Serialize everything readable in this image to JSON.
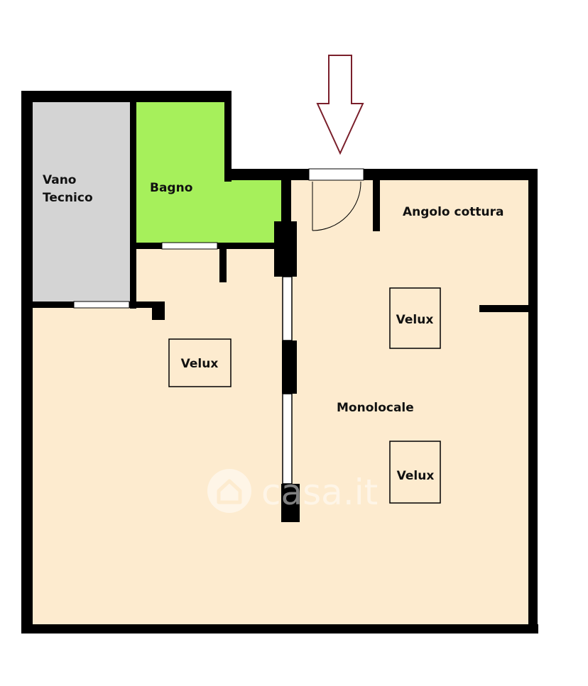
{
  "rooms": {
    "vano_tecnico": {
      "line1": "Vano",
      "line2": "Tecnico",
      "color": "#d4d4d4"
    },
    "bagno": {
      "label": "Bagno",
      "color": "#a6f05b"
    },
    "angolo_cottura": {
      "label": "Angolo cottura"
    },
    "monolocale": {
      "label": "Monolocale",
      "color": "#fdebcf"
    }
  },
  "skylights": [
    {
      "label": "Velux"
    },
    {
      "label": "Velux"
    },
    {
      "label": "Velux"
    }
  ],
  "entrance_arrow": {
    "color": "#7a1f2b"
  },
  "watermark": {
    "text": "casa.it",
    "icon": "house-icon"
  },
  "colors": {
    "wall": "#000000",
    "window": "#ffffff"
  }
}
